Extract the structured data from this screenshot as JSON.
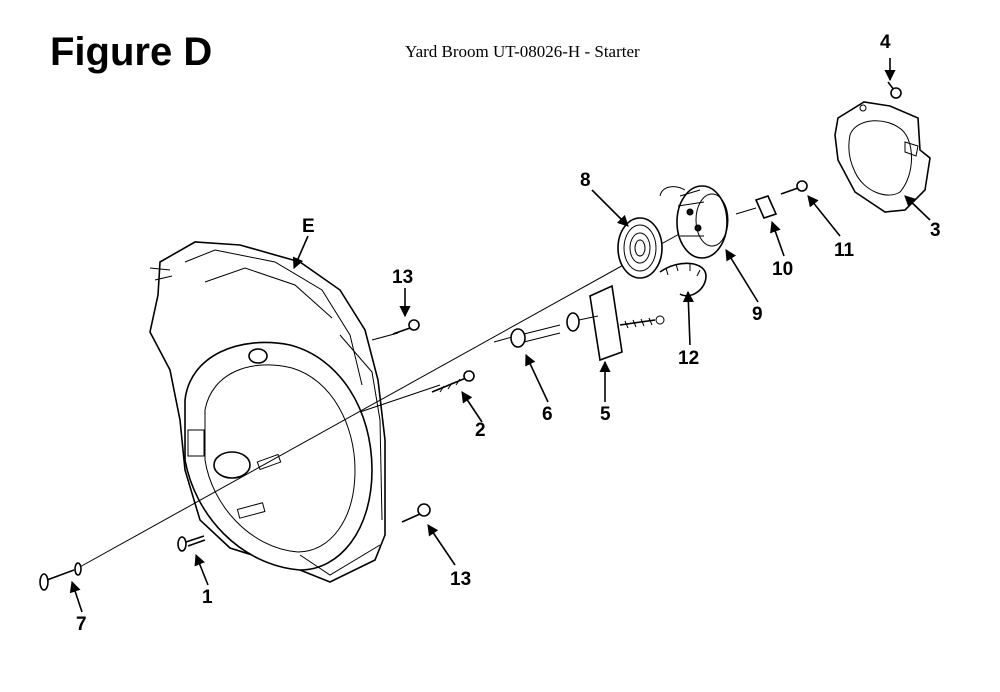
{
  "header": {
    "figure_label": "Figure D",
    "title": "Yard Broom UT-08026-H - Starter"
  },
  "callouts": {
    "e": "E",
    "p1": "1",
    "p2": "2",
    "p3": "3",
    "p4": "4",
    "p5": "5",
    "p6": "6",
    "p7": "7",
    "p8": "8",
    "p9": "9",
    "p10": "10",
    "p11": "11",
    "p12": "12",
    "p13a": "13",
    "p13b": "13"
  }
}
